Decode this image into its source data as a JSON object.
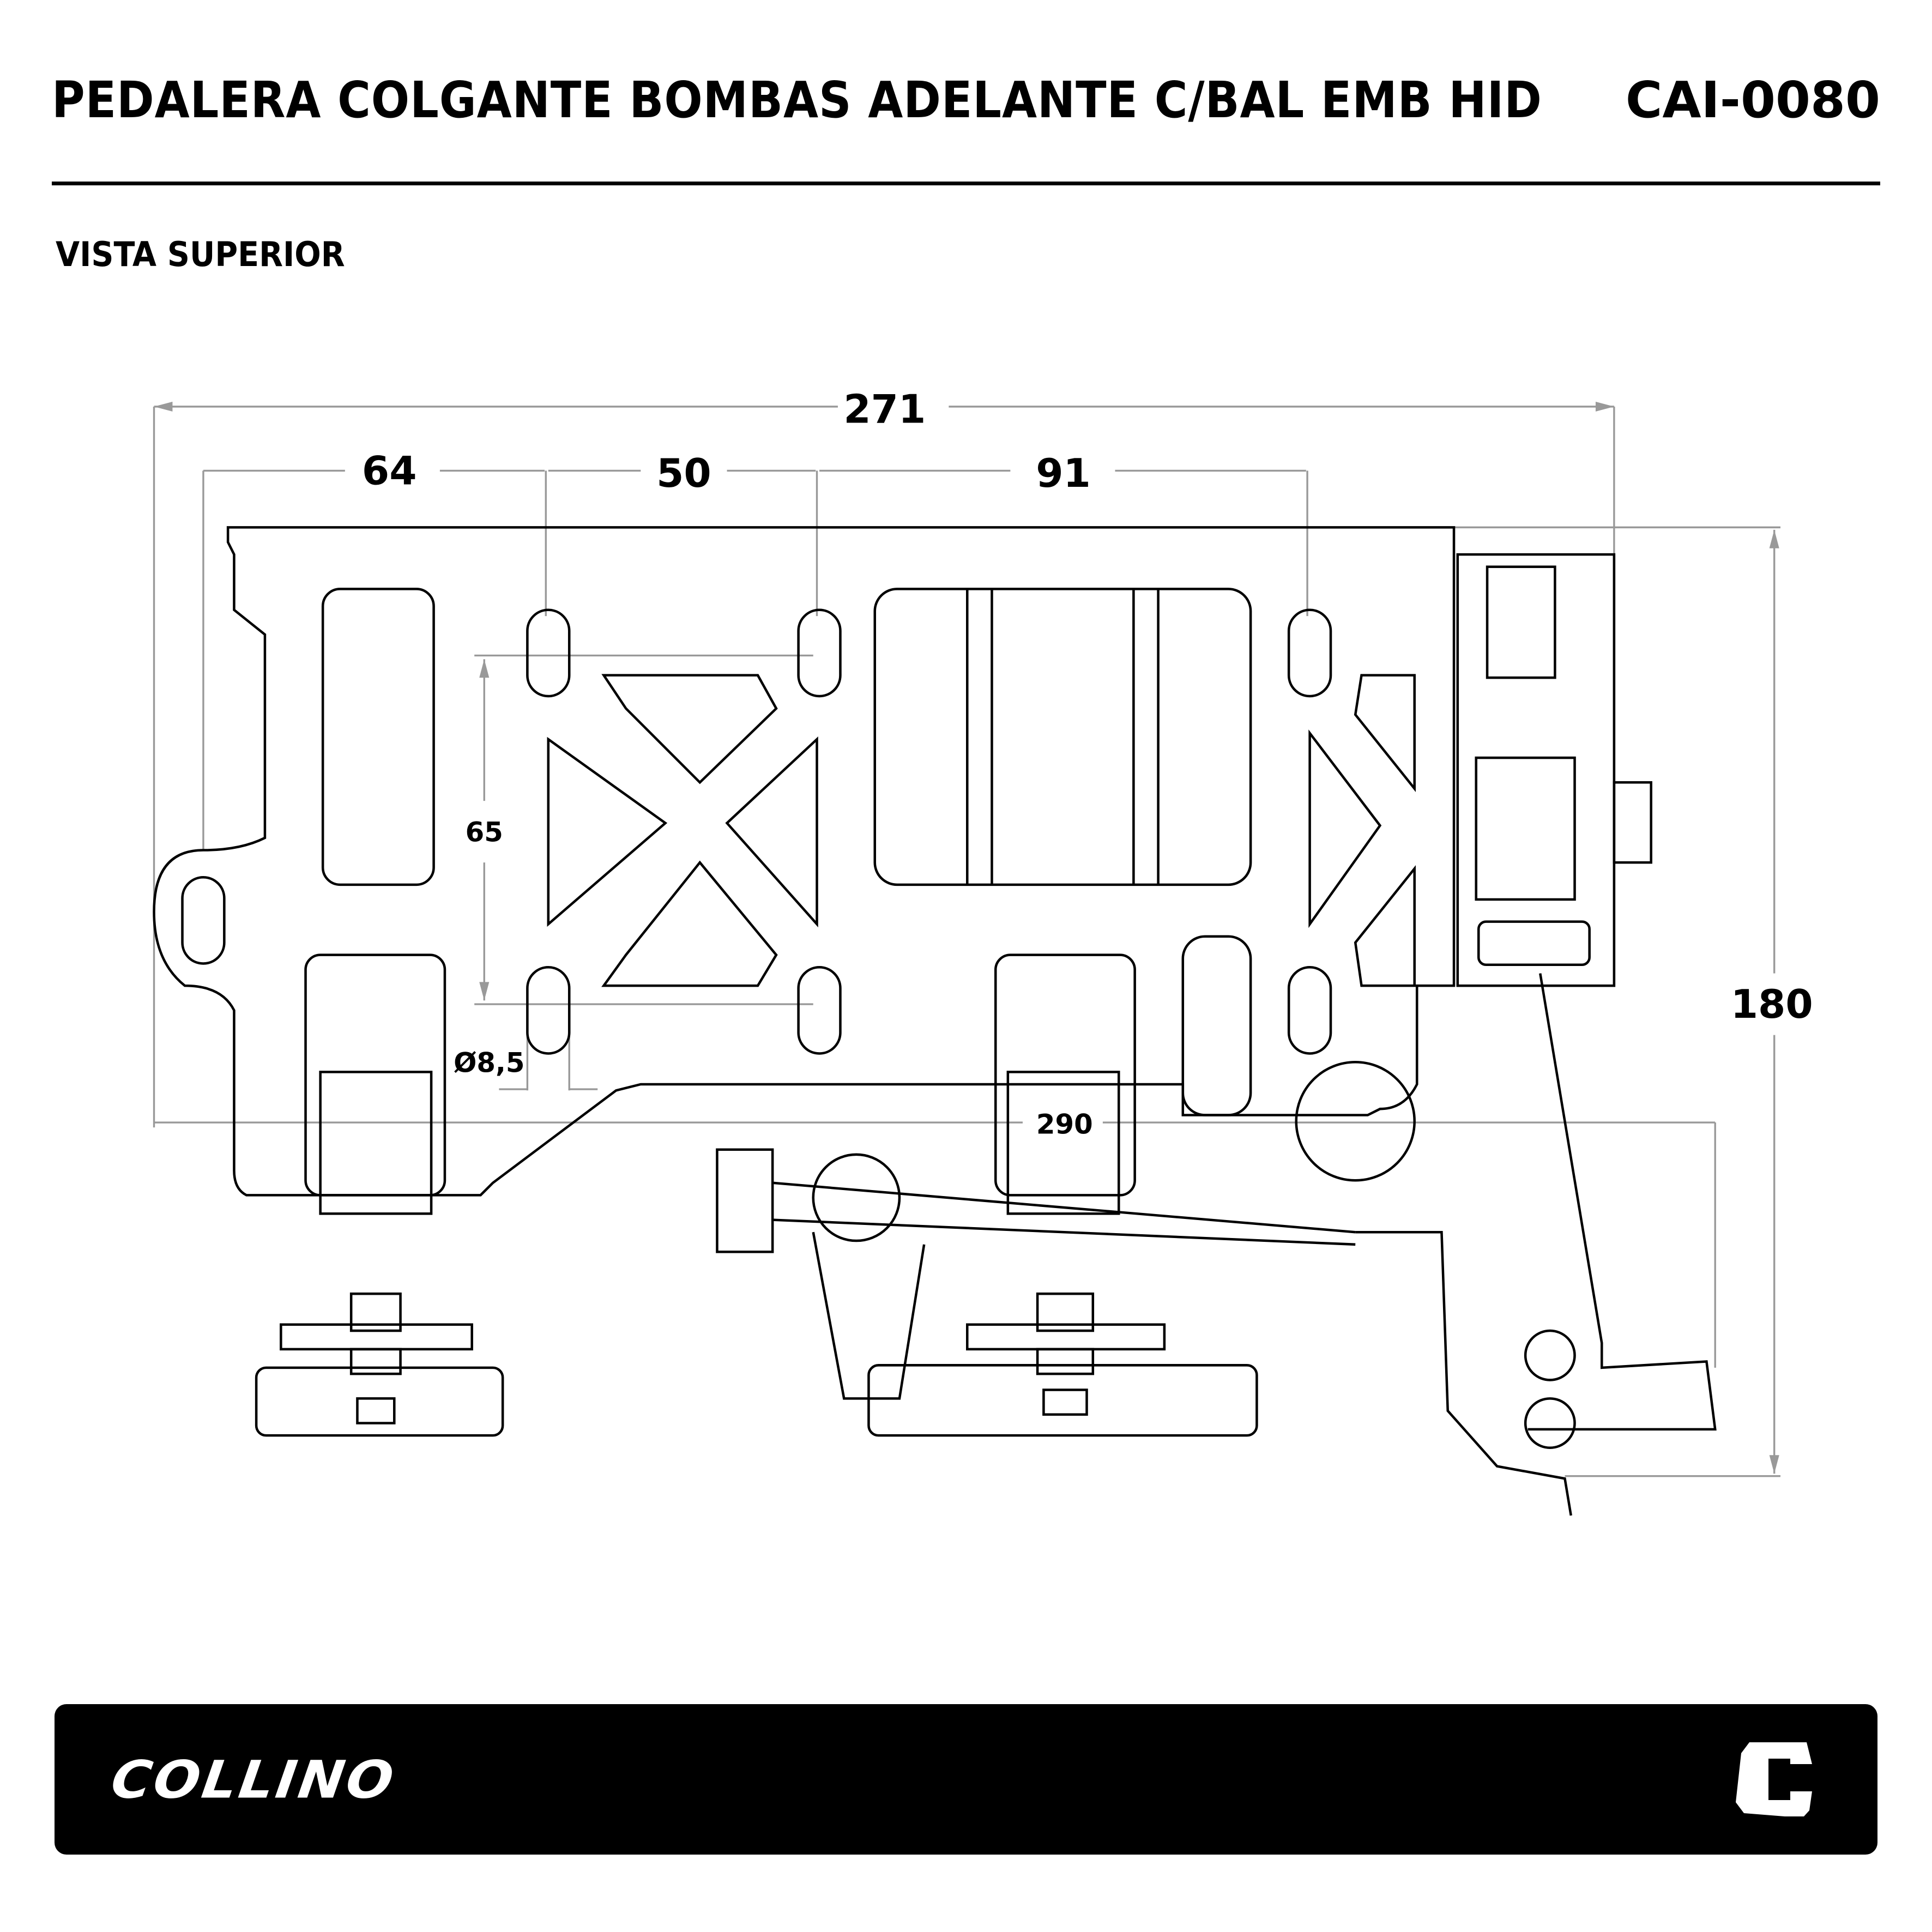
{
  "header": {
    "title": "PEDALERA COLGANTE BOMBAS ADELANTE C/BAL EMB HID",
    "code": "CAI-0080"
  },
  "view_label": "VISTA SUPERIOR",
  "dimensions": {
    "overall_width": "271",
    "d1": "64",
    "d2": "50",
    "d3": "91",
    "slot_spacing": "65",
    "hole_diameter": "Ø8,5",
    "total_length": "290",
    "height": "180"
  },
  "footer": {
    "brand": "COLLINO",
    "logo_mark": "C"
  }
}
